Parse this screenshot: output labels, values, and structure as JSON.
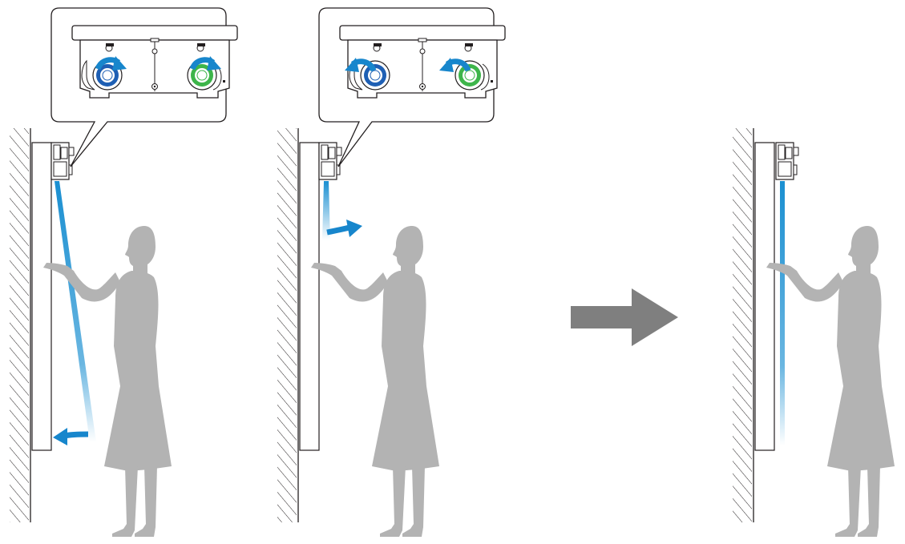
{
  "colors": {
    "background": "#ffffff",
    "line": "#231f20",
    "wall_hatch": "#231f20",
    "curtain_blue": "#1a8fd1",
    "arrow_blue": "#1786cc",
    "dial_left_blue": "#1e5fb4",
    "dial_right_green": "#3db54a",
    "person_silhouette": "#b3b3b3",
    "big_arrow_gray": "#7f7f7f",
    "device_fill": "#ffffff"
  },
  "panels": [
    {
      "name": "step-1",
      "callout_rotation_left": "clockwise",
      "callout_rotation_right": "clockwise",
      "curtain_direction": "toward-wall"
    },
    {
      "name": "step-2",
      "callout_rotation_left": "counterclockwise",
      "callout_rotation_right": "counterclockwise",
      "curtain_direction": "away-from-wall"
    },
    {
      "name": "result",
      "curtain_state": "parallel-to-wall"
    }
  ],
  "icons": {
    "transition": "right-arrow-icon",
    "rotation": "curved-arrow-icon",
    "dial": "adjustment-dial-icon"
  }
}
